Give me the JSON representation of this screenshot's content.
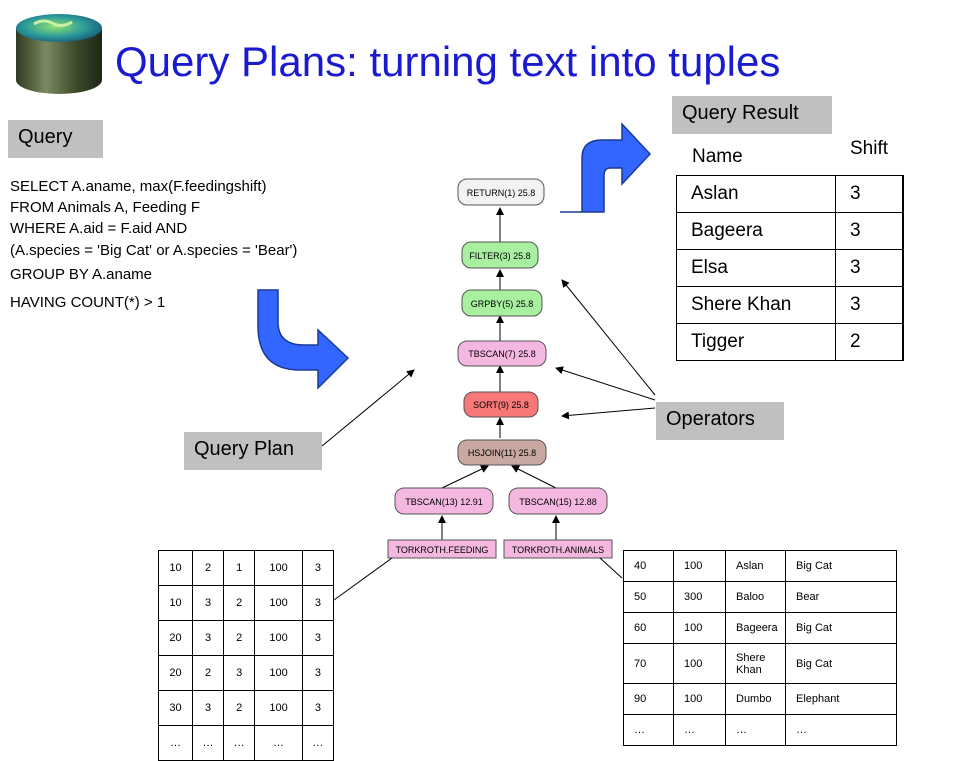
{
  "title": "Query Plans: turning text into tuples",
  "query_label": "Query",
  "query_result_label": "Query Result",
  "query_plan_label": "Query Plan",
  "operators_label": "Operators",
  "sql_lines": [
    "SELECT A.aname, max(F.feedingshift)",
    "FROM Animals A, Feeding F",
    "WHERE  A.aid = F.aid AND",
    "(A.species = 'Big Cat' or A.species = 'Bear')",
    "GROUP BY A.aname",
    "HAVING COUNT(*) > 1"
  ],
  "result": {
    "headers": [
      "Name",
      "Shift"
    ],
    "rows": [
      [
        "Aslan",
        "3"
      ],
      [
        "Bageera",
        "3"
      ],
      [
        "Elsa",
        "3"
      ],
      [
        "Shere Khan",
        "3"
      ],
      [
        "Tigger",
        "2"
      ]
    ]
  },
  "plan_nodes": [
    {
      "label": "RETURN(1) 25.8",
      "color": "#f2f2f2"
    },
    {
      "label": "FILTER(3) 25.8",
      "color": "#a8f0a0"
    },
    {
      "label": "GRPBY(5) 25.8",
      "color": "#a8f0a0"
    },
    {
      "label": "TBSCAN(7) 25.8",
      "color": "#f4b8e0"
    },
    {
      "label": "SORT(9) 25.8",
      "color": "#f87878"
    },
    {
      "label": "HSJOIN(11) 25.8",
      "color": "#c8a8a0"
    },
    {
      "label": "TBSCAN(13) 12.91",
      "color": "#f4b8e0"
    },
    {
      "label": "TBSCAN(15) 12.88",
      "color": "#f4b8e0"
    },
    {
      "label": "TORKROTH.FEEDING",
      "color": "#f4b8e0"
    },
    {
      "label": "TORKROTH.ANIMALS",
      "color": "#f4b8e0"
    }
  ],
  "feeding_rows": [
    [
      "10",
      "2",
      "1",
      "100",
      "3"
    ],
    [
      "10",
      "3",
      "2",
      "100",
      "3"
    ],
    [
      "20",
      "3",
      "2",
      "100",
      "3"
    ],
    [
      "20",
      "2",
      "3",
      "100",
      "3"
    ],
    [
      "30",
      "3",
      "2",
      "100",
      "3"
    ],
    [
      "…",
      "…",
      "…",
      "…",
      "…"
    ]
  ],
  "animals_rows": [
    [
      "40",
      "100",
      "Aslan",
      "Big Cat"
    ],
    [
      "50",
      "300",
      "Baloo",
      "Bear"
    ],
    [
      "60",
      "100",
      "Bageera",
      "Big Cat"
    ],
    [
      "70",
      "100",
      "Shere Khan",
      "Big Cat"
    ],
    [
      "90",
      "100",
      "Dumbo",
      "Elephant"
    ],
    [
      "…",
      "…",
      "…",
      "…"
    ]
  ],
  "colors": {
    "title": "#1a1ad0",
    "label_box": "#c0c0c0",
    "arrow_blue": "#3366ff"
  },
  "icons": [
    "database-icon",
    "curved-arrow-icon"
  ]
}
